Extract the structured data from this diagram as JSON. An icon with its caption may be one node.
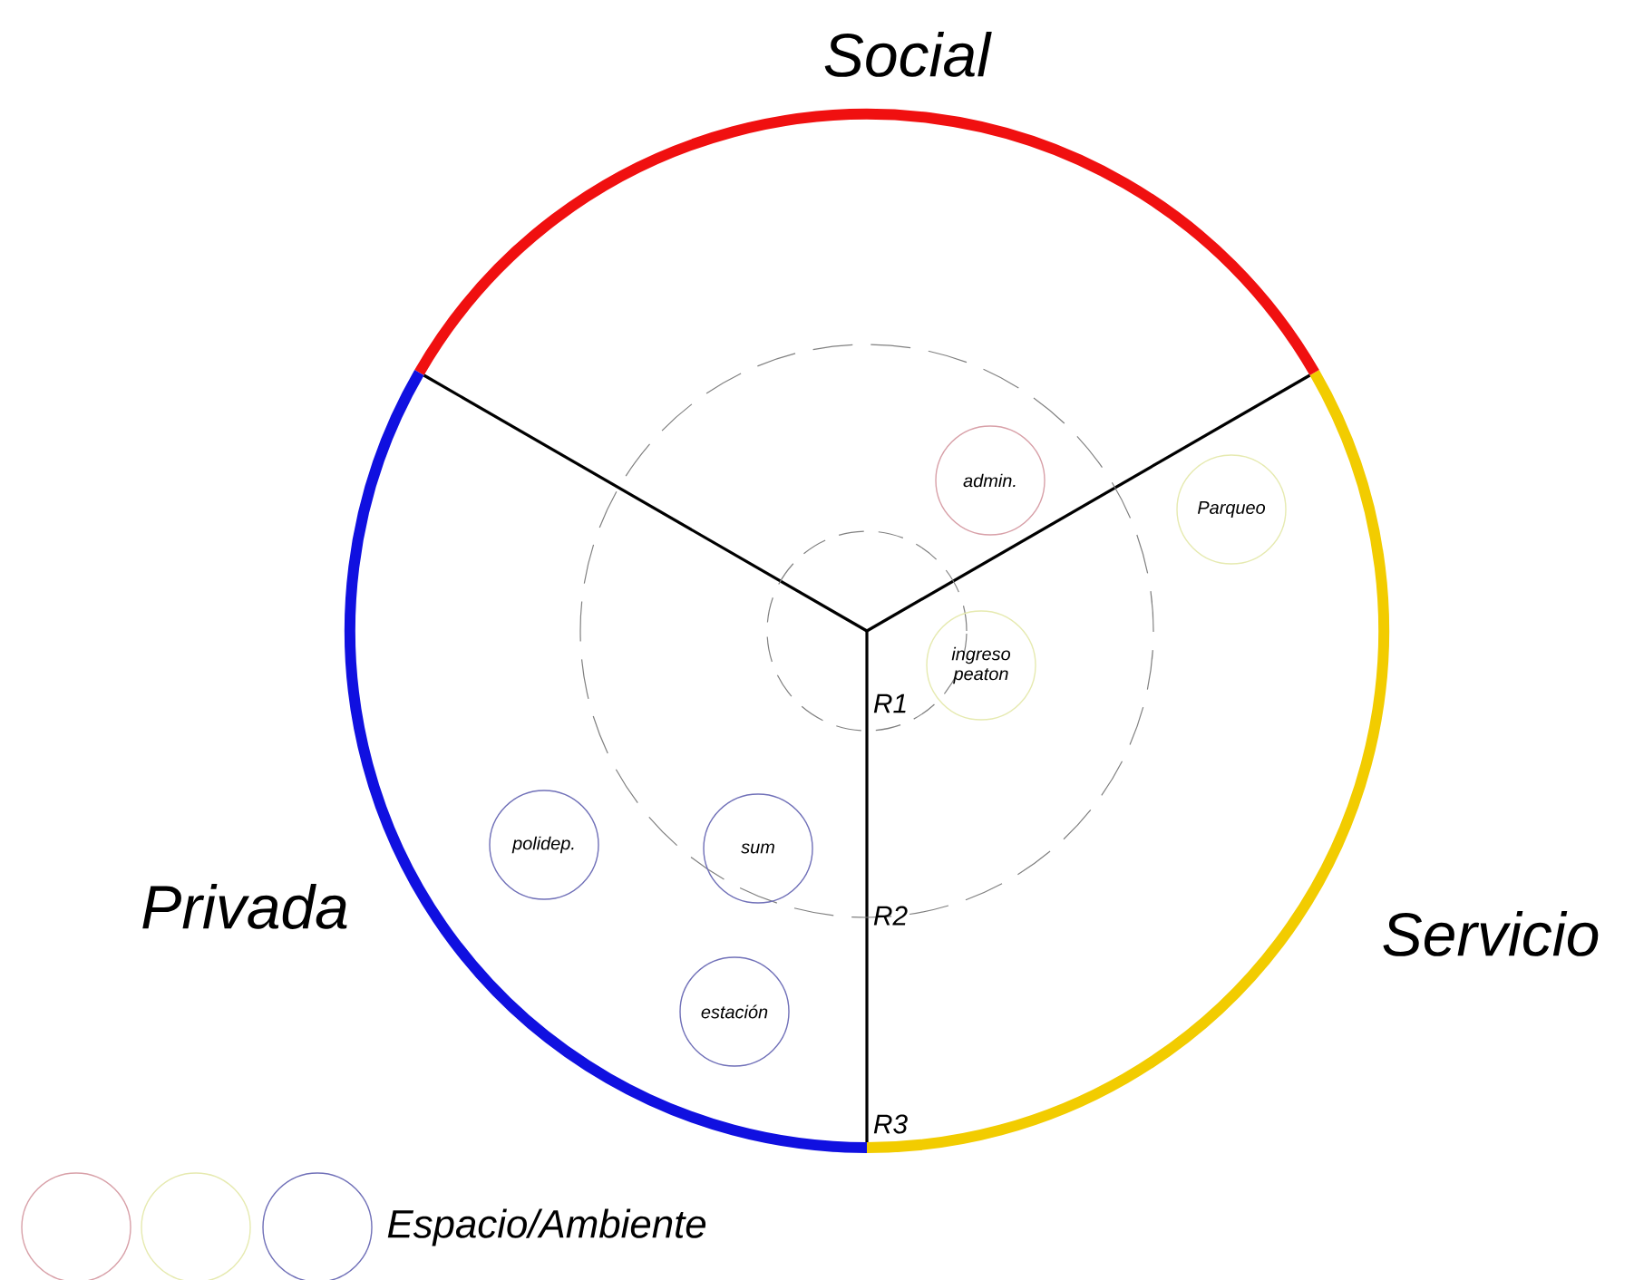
{
  "diagram": {
    "nodes": [
      {
        "text": [
          "admin."
        ]
      },
      {
        "text": [
          "Parqueo"
        ]
      },
      {
        "text": [
          "ingreso peaton"
        ]
      },
      {
        "text": [
          "polidep."
        ]
      },
      {
        "text": [
          "sum"
        ]
      },
      {
        "text": [
          "estación"
        ]
      }
    ],
    "labels": [
      "Social",
      "R1",
      "Privada",
      "R2",
      "Servicio",
      "R3"
    ],
    "legend": [
      {
        "text": "Espacio/Ambiente"
      }
    ]
  }
}
